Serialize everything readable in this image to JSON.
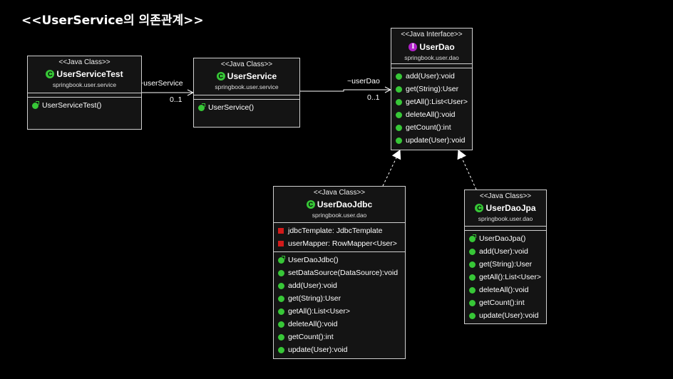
{
  "title": "<<UserService의 의존관계>>",
  "colors": {
    "background": "#000000",
    "box_fill": "#141414",
    "border": "#d0d0d0",
    "method_icon": "#37c737",
    "field_icon": "#d21a1a",
    "interface_icon": "#b020c8"
  },
  "classes": {
    "userServiceTest": {
      "stereotype": "<<Java Class>>",
      "icon": "C",
      "name": "UserServiceTest",
      "package": "springbook.user.service",
      "methods": [
        "UserServiceTest()"
      ]
    },
    "userService": {
      "stereotype": "<<Java Class>>",
      "icon": "C",
      "name": "UserService",
      "package": "springbook.user.service",
      "methods": [
        "UserService()"
      ]
    },
    "userDao": {
      "stereotype": "<<Java Interface>>",
      "icon": "I",
      "name": "UserDao",
      "package": "springbook.user.dao",
      "methods": [
        "add(User):void",
        "get(String):User",
        "getAll():List<User>",
        "deleteAll():void",
        "getCount():int",
        "update(User):void"
      ]
    },
    "userDaoJdbc": {
      "stereotype": "<<Java Class>>",
      "icon": "C",
      "name": "UserDaoJdbc",
      "package": "springbook.user.dao",
      "fields": [
        "jdbcTemplate: JdbcTemplate",
        "userMapper: RowMapper<User>"
      ],
      "methods": [
        "UserDaoJdbc()",
        "setDataSource(DataSource):void",
        "add(User):void",
        "get(String):User",
        "getAll():List<User>",
        "deleteAll():void",
        "getCount():int",
        "update(User):void"
      ]
    },
    "userDaoJpa": {
      "stereotype": "<<Java Class>>",
      "icon": "C",
      "name": "UserDaoJpa",
      "package": "springbook.user.dao",
      "methods": [
        "UserDaoJpa()",
        "add(User):void",
        "get(String):User",
        "getAll():List<User>",
        "deleteAll():void",
        "getCount():int",
        "update(User):void"
      ]
    }
  },
  "associations": [
    {
      "from": "UserServiceTest",
      "to": "UserService",
      "role": "~userService",
      "multiplicity": "0..1"
    },
    {
      "from": "UserService",
      "to": "UserDao",
      "role": "~userDao",
      "multiplicity": "0..1"
    }
  ],
  "realizations": [
    {
      "from": "UserDaoJdbc",
      "to": "UserDao"
    },
    {
      "from": "UserDaoJpa",
      "to": "UserDao"
    }
  ]
}
